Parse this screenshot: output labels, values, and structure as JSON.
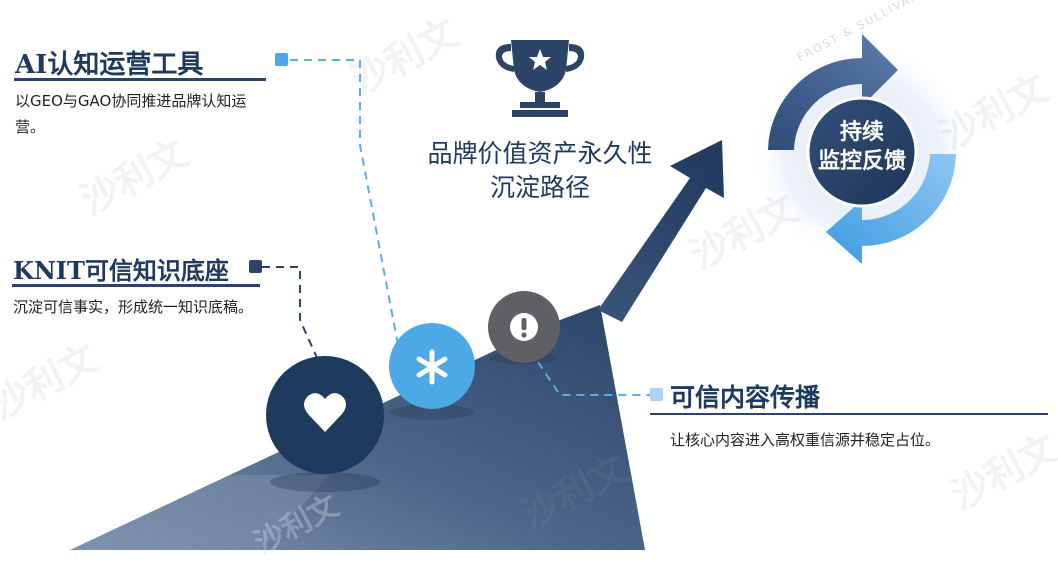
{
  "sections": {
    "ai_cognition": {
      "title": "AI认知运营工具",
      "description": "以GEO与GAO协同推进品牌认知运营。"
    },
    "knit": {
      "title": "KNIT可信知识底座",
      "description": "沉淀可信事实，形成统一知识底稿。"
    },
    "trusted_content": {
      "title": "可信内容传播",
      "description": "让核心内容进入高权重信源并稳定占位。"
    }
  },
  "center": {
    "line1": "品牌价值资产永久性",
    "line2": "沉淀路径"
  },
  "cycle": {
    "line1": "持续",
    "line2": "监控反馈"
  },
  "watermark": {
    "cn": "沙利文",
    "en": "FROST & SULLIVAN"
  },
  "colors": {
    "navy": "#1f3a5f",
    "ramp": "#4e6a8f",
    "light_blue": "#4da8e6",
    "gray": "#5f6064"
  },
  "icons": [
    "heart-icon",
    "asterisk-icon",
    "exclamation-icon",
    "trophy-icon",
    "cycle-arrows-icon"
  ]
}
